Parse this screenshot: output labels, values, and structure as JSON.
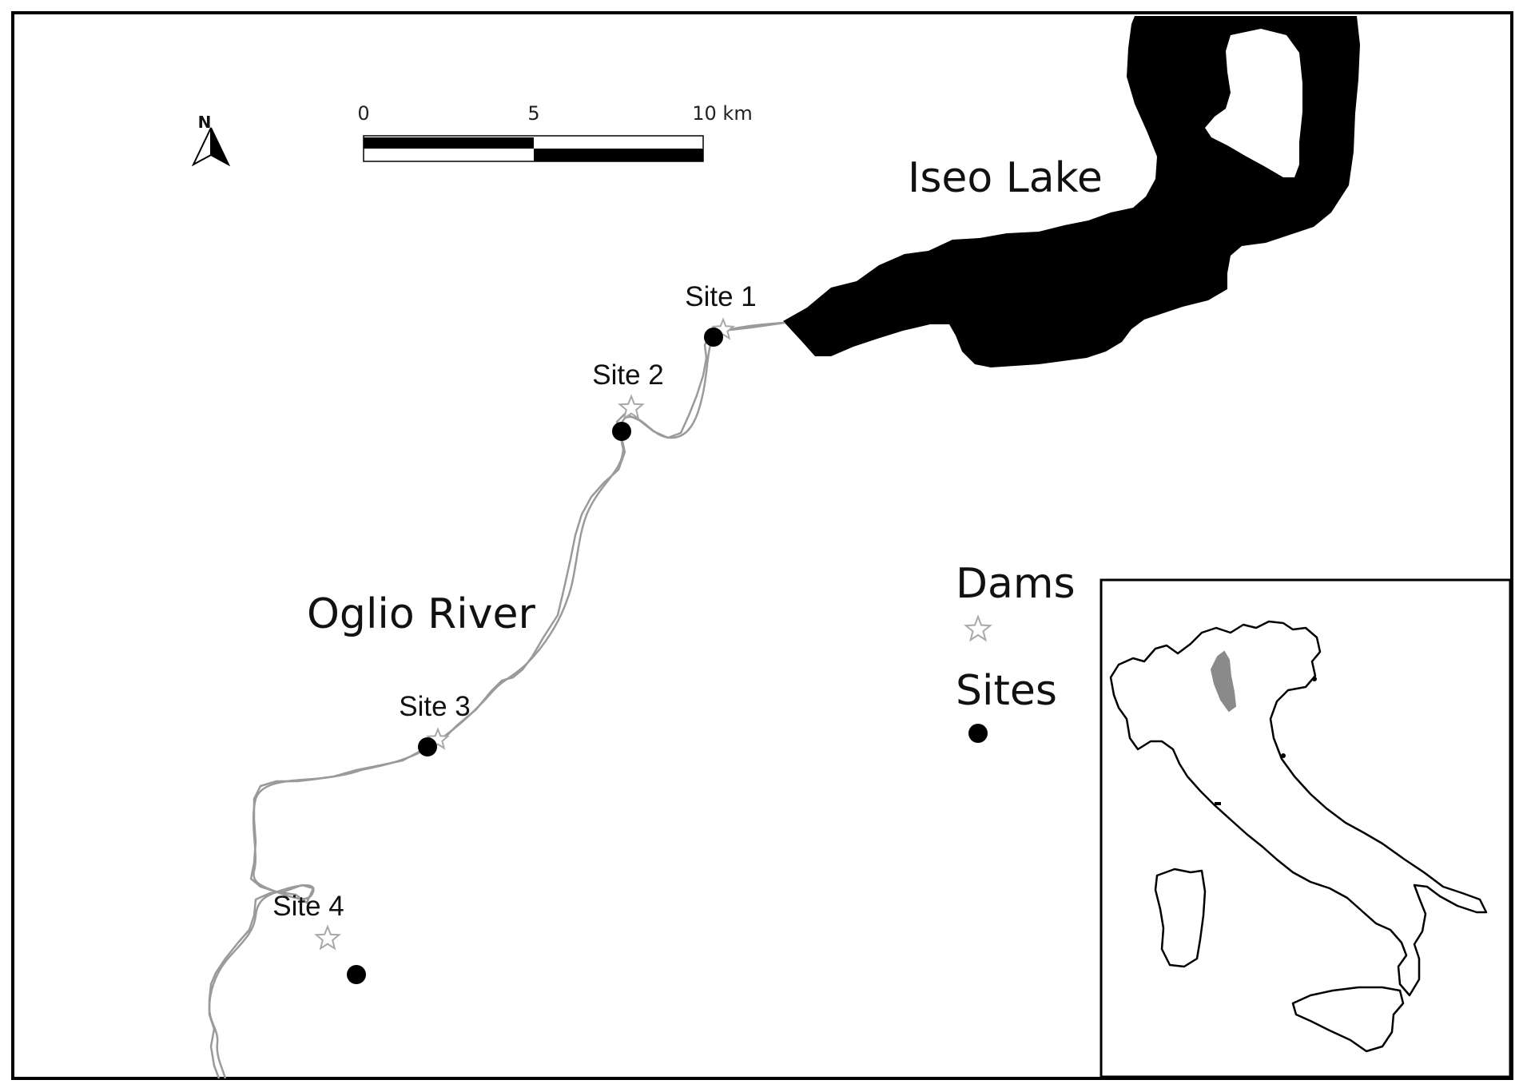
{
  "colors": {
    "frame": "#000000",
    "lake": "#000000",
    "river": "#9a9a9a",
    "dam_star": "#a8a8a8",
    "site_dot": "#000000",
    "study_area": "#8a8a8a"
  },
  "north_arrow": {
    "label": "N",
    "icon": "north-arrow-icon"
  },
  "scale_bar": {
    "ticks": [
      "0",
      "5",
      "10 km"
    ]
  },
  "labels": {
    "lake": "Iseo Lake",
    "river": "Oglio River"
  },
  "sites": [
    {
      "label": "Site 1"
    },
    {
      "label": "Site 2"
    },
    {
      "label": "Site 3"
    },
    {
      "label": "Site 4"
    }
  ],
  "legend": {
    "dams_label": "Dams",
    "dams_icon": "star-icon",
    "sites_label": "Sites",
    "sites_icon": "dot-icon"
  },
  "inset": {
    "description_icon": "italy-outline-icon"
  }
}
